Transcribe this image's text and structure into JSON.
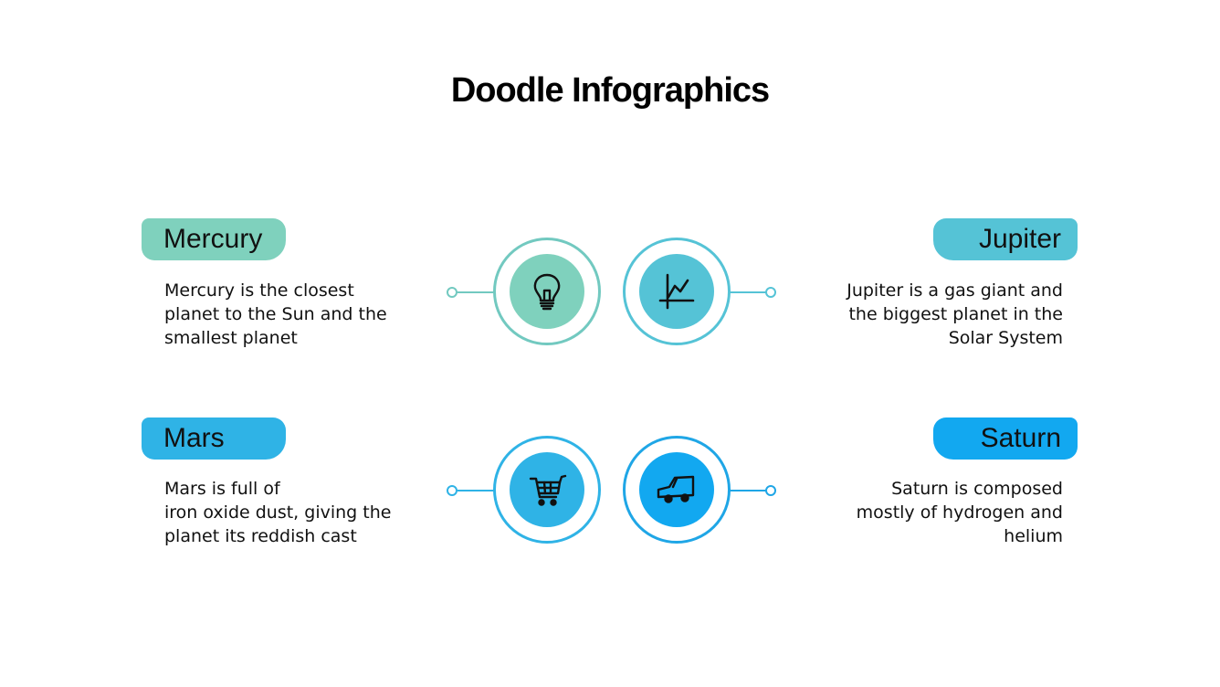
{
  "title": "Doodle Infographics",
  "items": [
    {
      "name": "Mercury",
      "description_lines": [
        "Mercury is the closest",
        "planet to the Sun and the",
        "smallest planet"
      ],
      "color": "#7fd1bd",
      "ring_color": "#72c9c0",
      "icon": "lightbulb-icon"
    },
    {
      "name": "Jupiter",
      "description_lines": [
        "Jupiter is a gas giant and",
        "the biggest planet in the",
        "Solar System"
      ],
      "color": "#55c3d6",
      "ring_color": "#55c3d6",
      "icon": "line-chart-icon"
    },
    {
      "name": "Mars",
      "description_lines": [
        "Mars is full of",
        "iron oxide dust, giving the",
        "planet its reddish cast"
      ],
      "color": "#2fb3e6",
      "ring_color": "#2fb3e6",
      "icon": "shopping-cart-icon"
    },
    {
      "name": "Saturn",
      "description_lines": [
        "Saturn is composed",
        "mostly of hydrogen and",
        "helium"
      ],
      "color": "#12a8f0",
      "ring_color": "#1fa6e6",
      "icon": "truck-icon"
    }
  ]
}
